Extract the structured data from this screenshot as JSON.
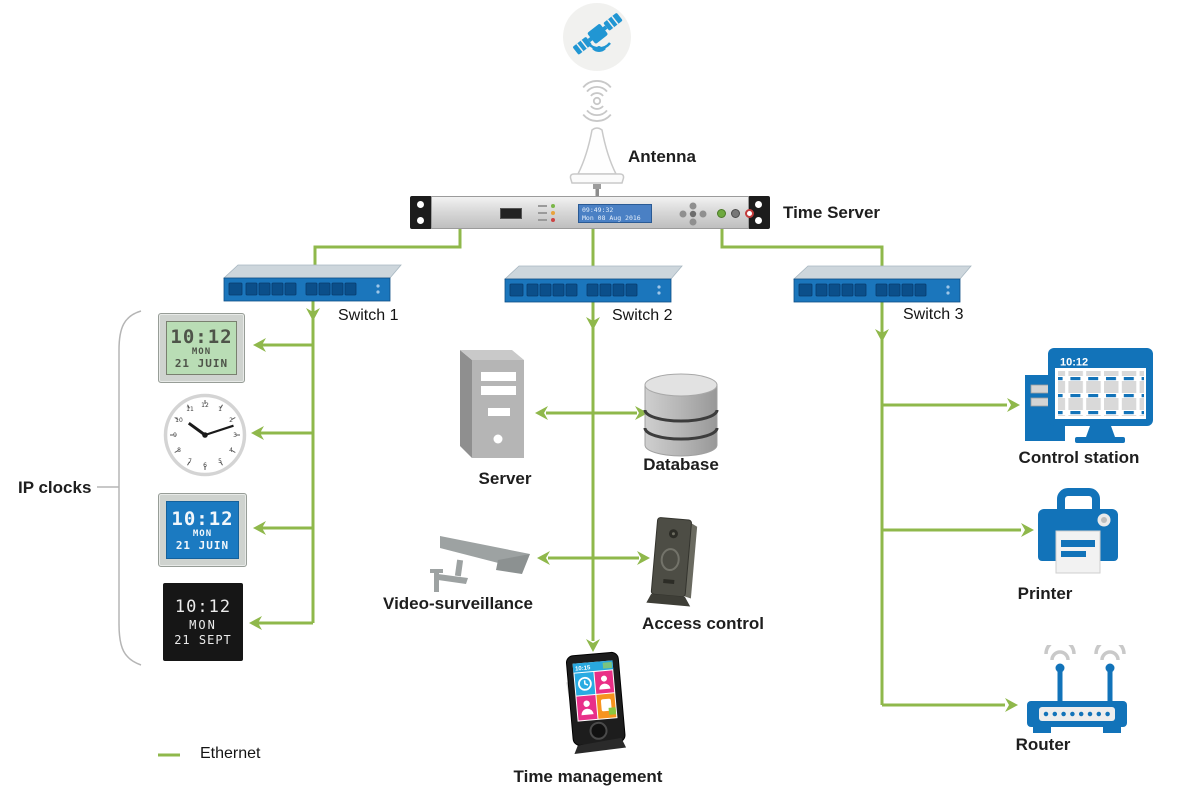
{
  "colors": {
    "ethernet_green": "#8fb84b",
    "device_blue": "#1273b9",
    "switch_blue": "#1b76bc",
    "switch_port_blue": "#0b4f8a",
    "satellite_blue": "#2196d3",
    "lcd_screen_blue": "#4a80c4",
    "clock_screen_green": "#b9ddb5",
    "clock_screen_blue": "#1b7ac1",
    "led_clock_bg": "#161616",
    "gray_device": "#a9a9a9",
    "access_dark": "#4d4d45",
    "label_black": "#1e1e1e"
  },
  "nodes": {
    "antenna": {
      "label": "Antenna"
    },
    "time_server": {
      "label": "Time Server",
      "lcd_line1": "09:49:32",
      "lcd_line2": "Mon 08 Aug 2016"
    },
    "switch1": {
      "label": "Switch 1"
    },
    "switch2": {
      "label": "Switch 2"
    },
    "switch3": {
      "label": "Switch 3"
    },
    "ip_clocks_group": {
      "label": "IP clocks"
    },
    "clock_lcd_green": {
      "time": "10:12",
      "day": "MON",
      "date": "21 JUIN"
    },
    "clock_analog": {
      "numerals": [
        "12",
        "1",
        "2",
        "3",
        "4",
        "5",
        "6",
        "7",
        "8",
        "9",
        "10",
        "11"
      ]
    },
    "clock_lcd_blue": {
      "time": "10:12",
      "day": "MON",
      "date": "21 JUIN"
    },
    "clock_led_black": {
      "time": "10:12",
      "day": "MON",
      "date": "21 SEPT"
    },
    "server": {
      "label": "Server"
    },
    "database": {
      "label": "Database"
    },
    "video_surveillance": {
      "label": "Video-surveillance"
    },
    "access_control": {
      "label": "Access control"
    },
    "time_management": {
      "label": "Time management",
      "screen_time": "10:15"
    },
    "control_station": {
      "label": "Control station",
      "screen_time": "10:12"
    },
    "printer": {
      "label": "Printer"
    },
    "router": {
      "label": "Router"
    }
  },
  "legend": {
    "ethernet_label": "Ethernet"
  }
}
